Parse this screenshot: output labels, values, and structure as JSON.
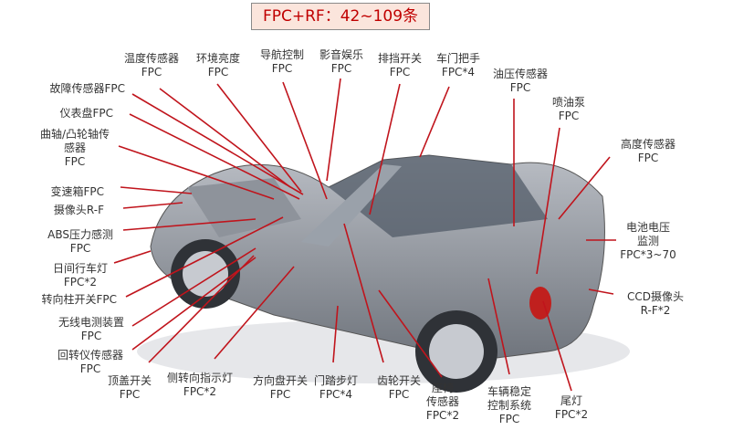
{
  "title": "FPC+RF：42~109条",
  "top_labels": [
    [
      "温度传感器",
      "FPC"
    ],
    [
      "环境亮度",
      "FPC"
    ],
    [
      "导航控制",
      "FPC"
    ],
    [
      "影音娱乐",
      "FPC"
    ],
    [
      "排挡开关",
      "FPC"
    ],
    [
      "车门把手",
      "FPC*4"
    ],
    [
      "油压传感器",
      "FPC"
    ],
    [
      "喷油泵",
      "FPC"
    ],
    [
      "高度传感器",
      "FPC"
    ]
  ],
  "right_labels": [
    [
      "电池电压",
      "监测",
      "FPC*3~70"
    ],
    [
      "CCD摄像头",
      "R-F*2"
    ]
  ],
  "bottom_labels": [
    [
      "顶盖开关",
      "FPC"
    ],
    [
      "侧转向指示灯",
      "FPC*2"
    ],
    [
      "方向盘开关",
      "FPC"
    ],
    [
      "门踏步灯",
      "FPC*4"
    ],
    [
      "齿轮开关",
      "FPC"
    ],
    [
      "座椅",
      "传感器",
      "FPC*2"
    ],
    [
      "车辆稳定",
      "控制系统",
      "FPC"
    ],
    [
      "尾灯",
      "FPC*2"
    ]
  ],
  "left_labels": [
    [
      "故障传感器FPC"
    ],
    [
      "仪表盘FPC"
    ],
    [
      "曲轴/凸轮轴传",
      "感器",
      "FPC"
    ],
    [
      "变速箱FPC"
    ],
    [
      "摄像头R-F"
    ],
    [
      "ABS压力感测",
      "FPC"
    ],
    [
      "日间行车灯",
      "FPC*2"
    ],
    [
      "转向柱开关FPC"
    ],
    [
      "无线电测装置",
      "FPC"
    ],
    [
      "回转仪传感器",
      "FPC"
    ]
  ],
  "colors": {
    "leader": "#c0141c",
    "title_bg": "#fbe5dc",
    "title_text": "#c00000"
  }
}
